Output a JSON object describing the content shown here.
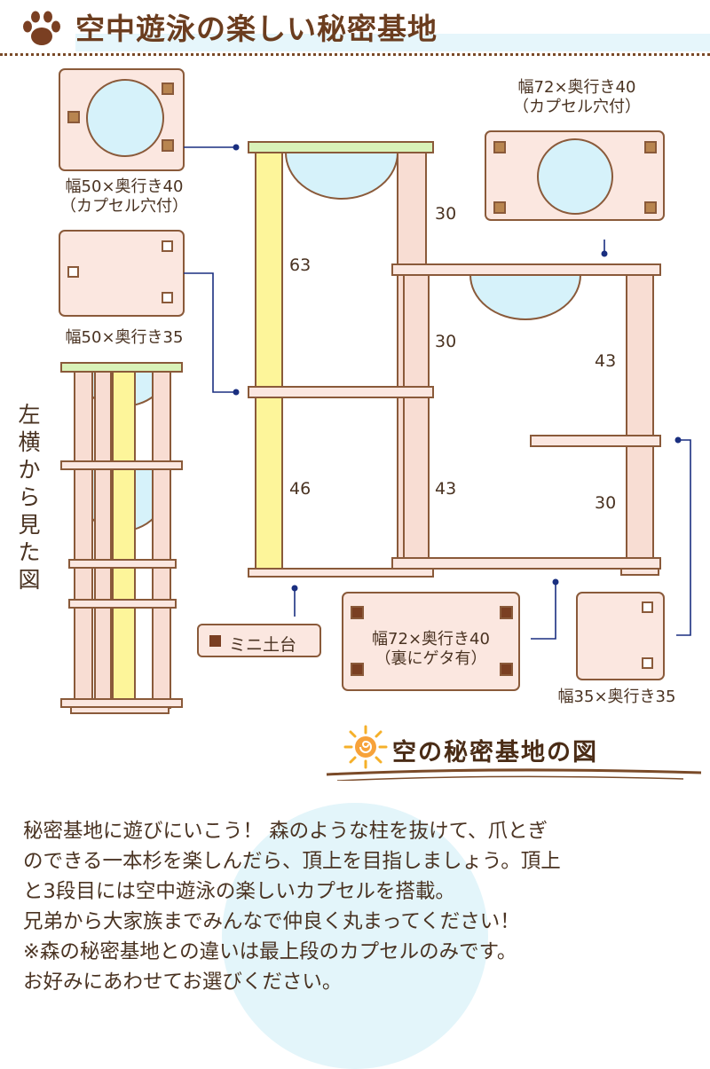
{
  "header": {
    "title": "空中遊泳の楽しい秘密基地"
  },
  "labels": {
    "top_left_board": "幅50×奥行き40",
    "top_left_board_note": "（カプセル穴付）",
    "mid_left_board": "幅50×奥行き35",
    "top_right_board": "幅72×奥行き40",
    "top_right_board_note": "（カプセル穴付）",
    "base_board": "幅72×奥行き40",
    "base_board_note": "（裏にゲタ有）",
    "small_board": "幅35×奥行き35",
    "mini_base": "ミニ土台",
    "side_view": "左横から見た図"
  },
  "dimensions": {
    "d63": "63",
    "d46": "46",
    "d30a": "30",
    "d30b": "30",
    "d43a": "43",
    "d43b": "43",
    "d30c": "30"
  },
  "subtitle": "空の秘密基地の図",
  "body": {
    "line1": "秘密基地に遊びにいこう！ 森のような柱を抜けて、爪とぎ",
    "line2": "のできる一本杉を楽しんだら、頂上を目指しましょう。頂上",
    "line3": "と3段目には空中遊泳の楽しいカプセルを搭載。",
    "line4": "兄弟から大家族までみんなで仲良く丸まってください！",
    "line5": "※森の秘密基地との違いは最上段のカプセルのみです。",
    "line6": "お好みにあわせてお選びください。"
  },
  "colors": {
    "board": "#fbe7e0",
    "post": "#f8ddd3",
    "outline": "#8a5a3a",
    "sisal": "#fdf59a",
    "top": "#d9f2b8",
    "capsule": "#d6f2fa",
    "peg": "#b88550",
    "line": "#1a2f80"
  }
}
